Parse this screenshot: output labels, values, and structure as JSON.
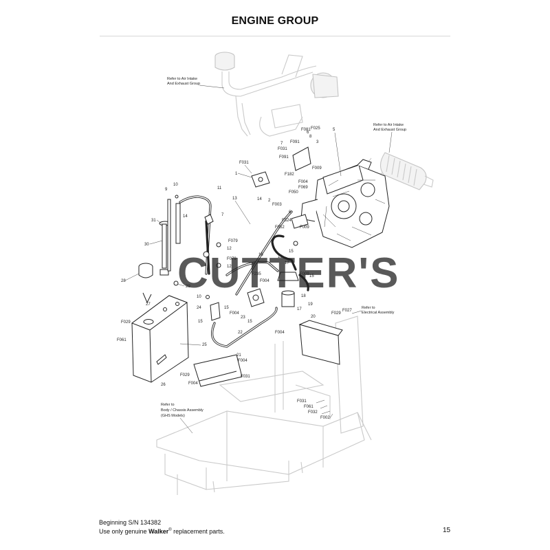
{
  "page": {
    "title": "ENGINE GROUP",
    "watermark": "CUTTER'S",
    "footer": {
      "serial": "Beginning S/N 134382",
      "note_prefix": "Use only genuine ",
      "brand": "Walker",
      "registered_mark": "®",
      "note_suffix": " replacement parts.",
      "page_number": "15"
    }
  },
  "notes": {
    "air_intake_left": [
      "Refer to Air Intake",
      "And Exhaust Group"
    ],
    "air_intake_right": [
      "Refer to Air Intake",
      "And Exhaust Group"
    ],
    "electrical": [
      "Refer to",
      "Electrical Assembly"
    ],
    "chassis": [
      "Refer to",
      "Body / Chassis Assembly",
      "(GHS Models)"
    ]
  },
  "callouts": {
    "c1": "1",
    "c2": "2",
    "c3": "3",
    "c5": "5",
    "c6": "6",
    "c7a": "7",
    "c7b": "7",
    "c8": "8",
    "c9": "9",
    "c10a": "10",
    "c10b": "10",
    "c11": "11",
    "c12a": "12",
    "c12b": "12",
    "c13": "13",
    "c14a": "14",
    "c14b": "14",
    "c15a": "15",
    "c15b": "15",
    "c15c": "15",
    "c15d": "15",
    "c15e": "15",
    "c16": "16",
    "c17a": "17",
    "c17b": "17",
    "c18": "18",
    "c19": "19",
    "c20": "20",
    "c21": "21",
    "c22": "22",
    "c23": "23",
    "c24": "24",
    "c25": "25",
    "c26": "26",
    "c27": "27",
    "c28": "28",
    "c29": "29",
    "c30": "30",
    "c31": "31",
    "f003": "F003",
    "f004a": "F004",
    "f004b": "F004",
    "f004c": "F004",
    "f004d": "F004",
    "f004e": "F004",
    "f004f": "F004",
    "f009a": "F009",
    "f009b": "F009",
    "f009c": "F009",
    "f025": "F025",
    "f027": "F027",
    "f029a": "F029",
    "f029b": "F029",
    "f029c": "F029",
    "f031a": "F031",
    "f031b": "F031",
    "f031c": "F031",
    "f032": "F032",
    "f050": "F050",
    "f052": "F052",
    "f061a": "F061",
    "f061b": "F061",
    "f069": "F069",
    "f079a": "F079",
    "f079b": "F079",
    "f081": "F081",
    "f091": "F091",
    "f182": "F182",
    "f235": "F235",
    "f324": "F324",
    "f002": "F002"
  }
}
